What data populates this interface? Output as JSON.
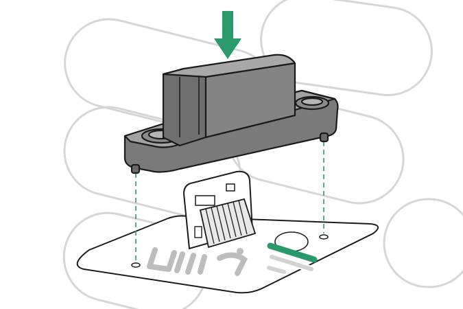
{
  "figure": {
    "kind": "installation-illustration",
    "components": [
      {
        "name": "retaining-bracket",
        "role": "part being installed"
      },
      {
        "name": "connector-board",
        "role": "board with vertical connector"
      },
      {
        "name": "mounting-plate",
        "role": "base surface with screw holes"
      },
      {
        "name": "guide-pins",
        "count": 2
      }
    ],
    "action": {
      "direction": "down",
      "icon": "arrow-down-icon"
    },
    "colors": {
      "accent": "#2b9a6a",
      "part_fill": "#8a8a8a",
      "part_dark": "#5a5a5a",
      "outline": "#1a1a1a",
      "background_pill": "#d6d6d6"
    },
    "watermark_logo": "hpe-style-logo-mark"
  }
}
